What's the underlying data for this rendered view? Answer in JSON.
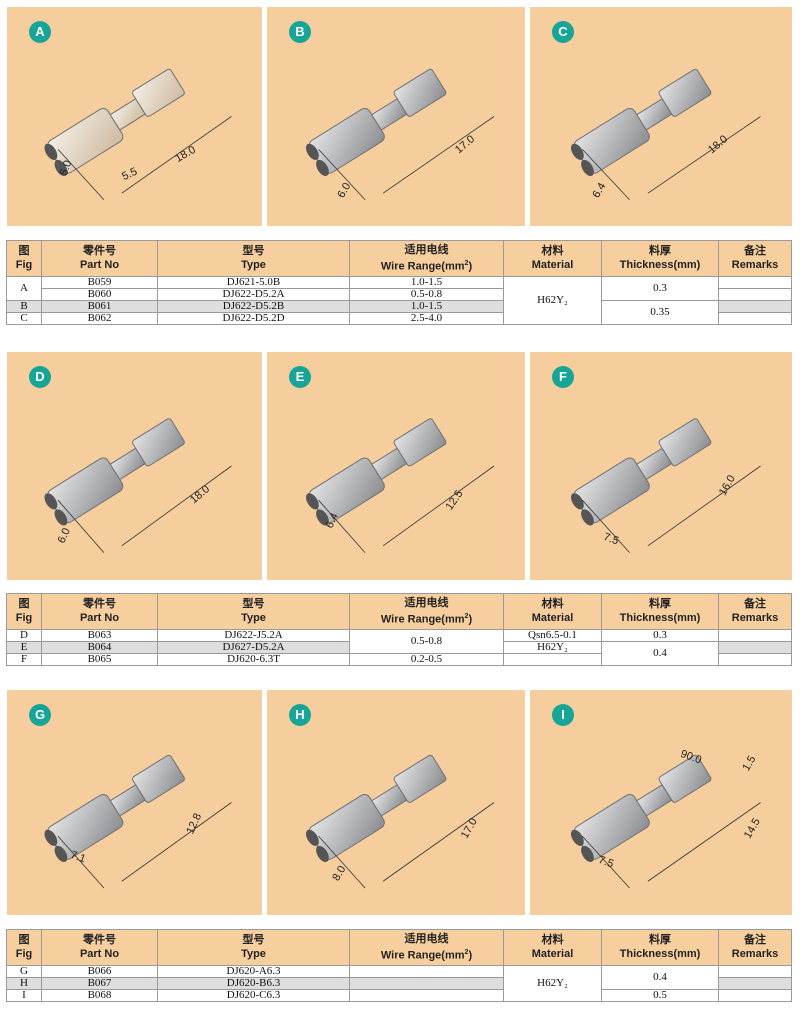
{
  "colors": {
    "panel_bg": "#f6cd9c",
    "badge": "#17a597",
    "header_bg": "#f7cf9e",
    "row_shade": "#dedede"
  },
  "panels": [
    {
      "letter": "A",
      "dims": [
        "5.0",
        "5.5",
        "18.0"
      ]
    },
    {
      "letter": "B",
      "dims": [
        "6.0",
        "17.0"
      ]
    },
    {
      "letter": "C",
      "dims": [
        "6.4",
        "18.0"
      ]
    },
    {
      "letter": "D",
      "dims": [
        "6.0",
        "18.0"
      ]
    },
    {
      "letter": "E",
      "dims": [
        "6.4",
        "12.5"
      ]
    },
    {
      "letter": "F",
      "dims": [
        "7.5",
        "16.0"
      ]
    },
    {
      "letter": "G",
      "dims": [
        "7.1",
        "12.8"
      ]
    },
    {
      "letter": "H",
      "dims": [
        "8.0",
        "17.0"
      ]
    },
    {
      "letter": "I",
      "dims": [
        "90.0",
        "1.5",
        "14.5",
        "7.5"
      ]
    }
  ],
  "header": {
    "fig_cn": "图",
    "fig": "Fig",
    "part_cn": "零件号",
    "part": "Part No",
    "type_cn": "型号",
    "type": "Type",
    "wire_cn": "适用电线",
    "wire": "Wire Range(mm",
    "wire_sup": "2",
    "wire_end": ")",
    "mat_cn": "材料",
    "mat": "Material",
    "thick_cn": "料厚",
    "thick": "Thickness(mm)",
    "rem_cn": "备注",
    "rem": "Remarks"
  },
  "tables": [
    {
      "rows": [
        {
          "fig": "A",
          "part": "B059",
          "type": "DJ621-5.0B",
          "wire": "1.0-1.5"
        },
        {
          "part": "B060",
          "type": "DJ622-D5.2A",
          "wire": "0.5-0.8"
        },
        {
          "fig": "B",
          "part": "B061",
          "type": "DJ622-D5.2B",
          "wire": "1.0-1.5"
        },
        {
          "fig": "C",
          "part": "B062",
          "type": "DJ622-D5.2D",
          "wire": "2.5-4.0"
        }
      ],
      "material": "H62Y₂",
      "thickness": [
        "0.3",
        "0.35"
      ]
    },
    {
      "rows": [
        {
          "fig": "D",
          "part": "B063",
          "type": "DJ622-J5.2A",
          "material": "Qsn6.5-0.1",
          "thickness": "0.3"
        },
        {
          "fig": "E",
          "part": "B064",
          "type": "DJ627-D5.2A",
          "material": "H62Y₂"
        },
        {
          "fig": "F",
          "part": "B065",
          "type": "DJ620-6.3T",
          "wire": "0.2-0.5"
        }
      ],
      "wire": "0.5-0.8",
      "thickness": "0.4"
    },
    {
      "rows": [
        {
          "fig": "G",
          "part": "B066",
          "type": "DJ620-A6.3"
        },
        {
          "fig": "H",
          "part": "B067",
          "type": "DJ620-B6.3"
        },
        {
          "fig": "I",
          "part": "B068",
          "type": "DJ620-C6.3",
          "thickness": "0.5"
        }
      ],
      "material": "H62Y₂",
      "thickness": "0.4"
    }
  ]
}
